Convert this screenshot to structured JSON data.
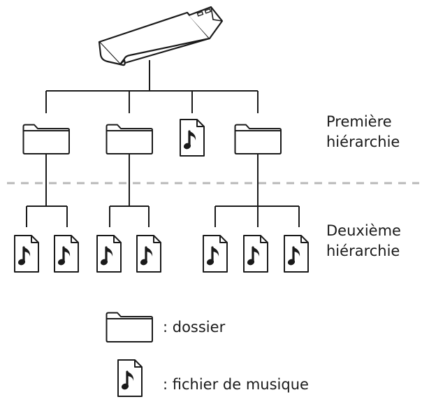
{
  "levels": {
    "first": [
      "Première",
      "hiérarchie"
    ],
    "second": [
      "Deuxième",
      "hiérarchie"
    ]
  },
  "legend": {
    "folder_text": ": dossier",
    "music_text": ": fichier de musique"
  },
  "icons": {
    "root": "usb-drive-icon",
    "folder": "folder-icon",
    "music": "music-file-icon"
  },
  "colors": {
    "line": "#1a1a1a",
    "separator": "#b8b8b8"
  }
}
